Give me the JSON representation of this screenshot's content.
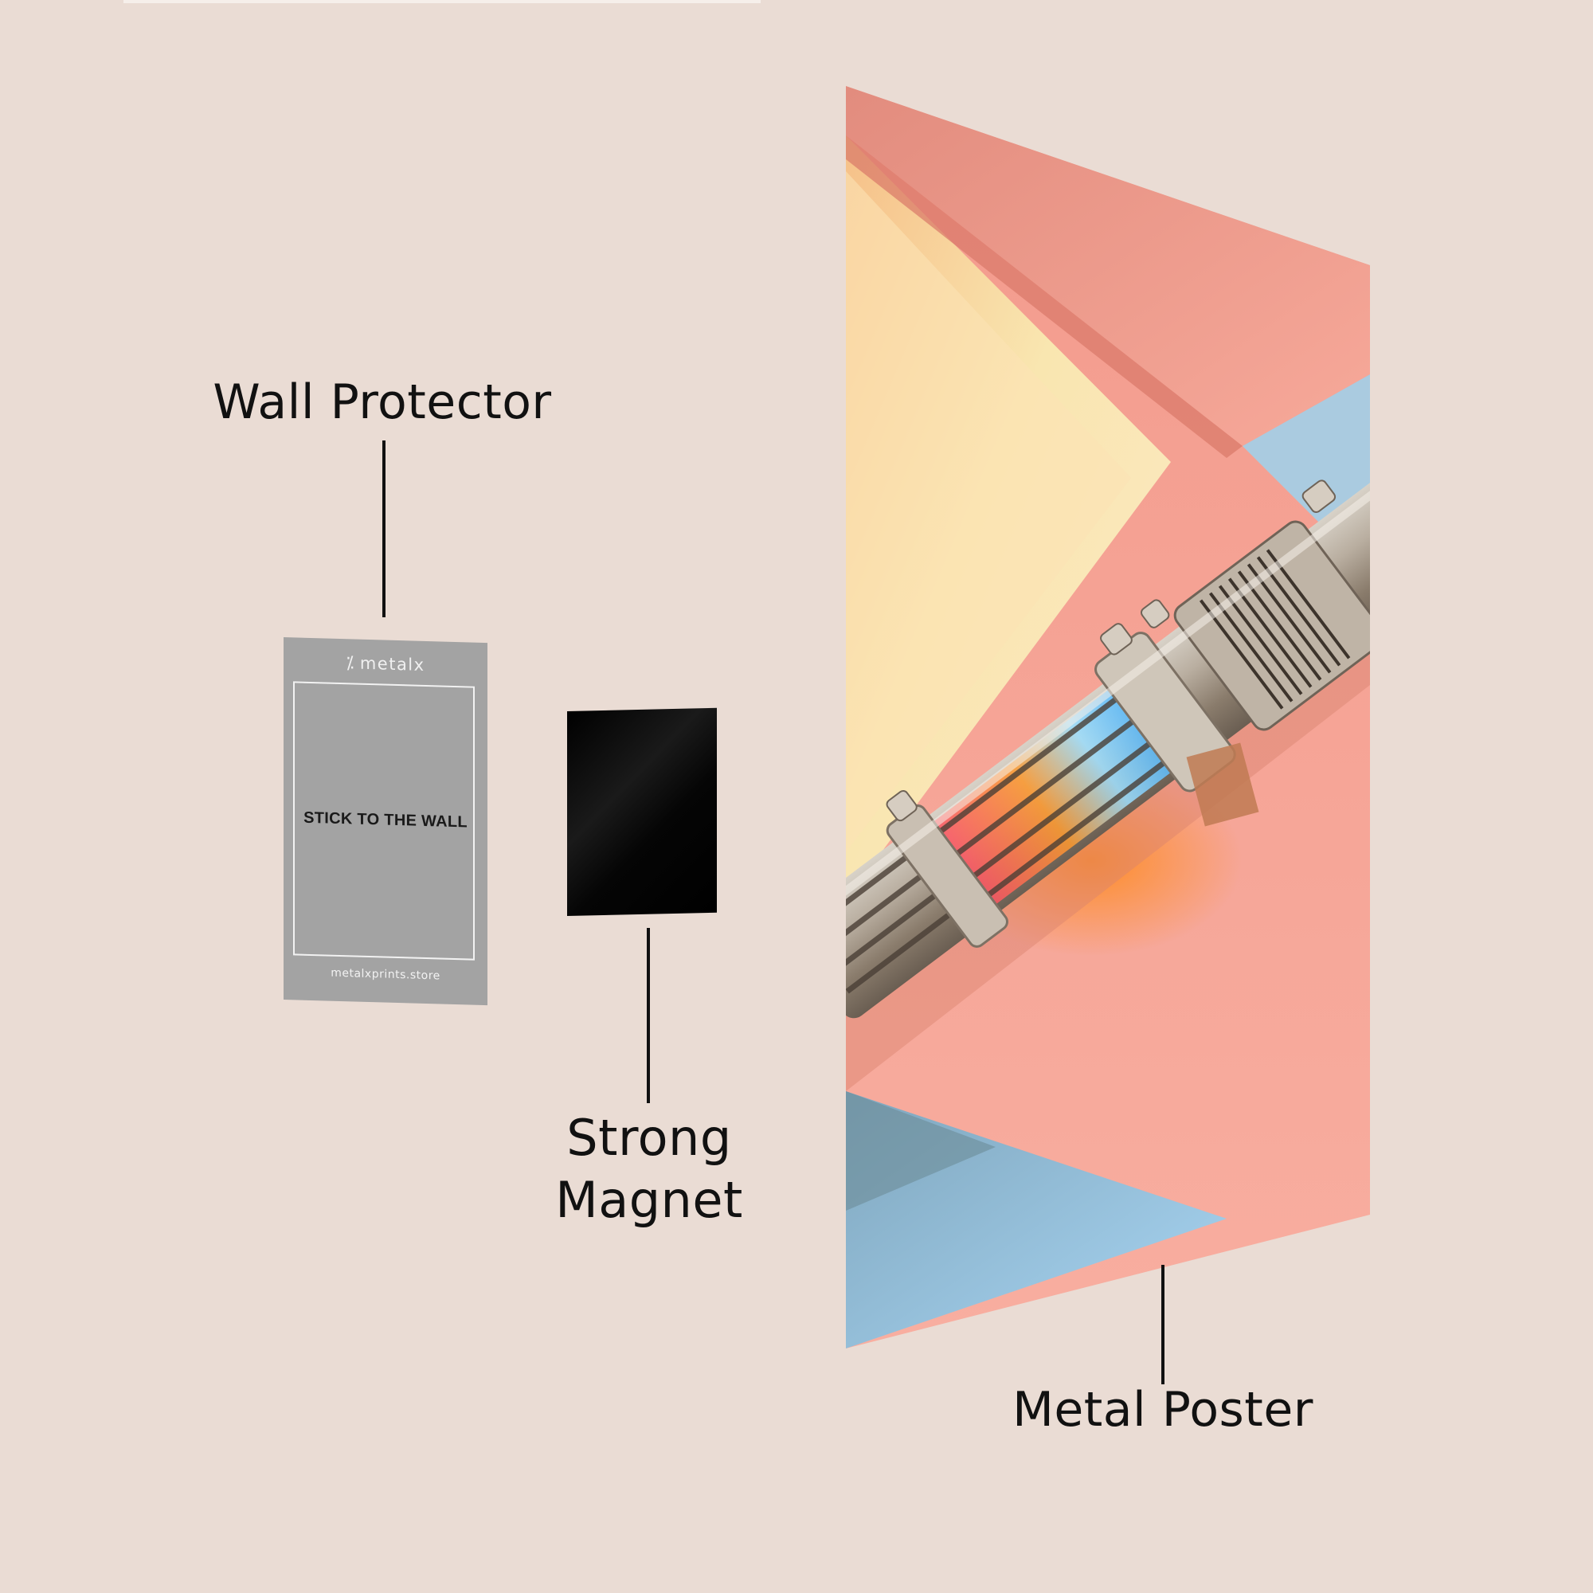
{
  "labels": {
    "wall_protector": "Wall Protector",
    "strong_magnet_line1": "Strong",
    "strong_magnet_line2": "Magnet",
    "metal_poster": "Metal Poster"
  },
  "protector": {
    "brand": "metalx",
    "instruction": "STICK TO THE WALL",
    "url": "metalxprints.store",
    "color": "#a3a3a3"
  },
  "magnet": {
    "color": "#000000"
  },
  "colors": {
    "background": "#eadcd4",
    "text": "#111111",
    "poster_pink": "#f4a497",
    "poster_yellow": "#f9e6b0",
    "poster_blue": "#a9d2ef"
  }
}
